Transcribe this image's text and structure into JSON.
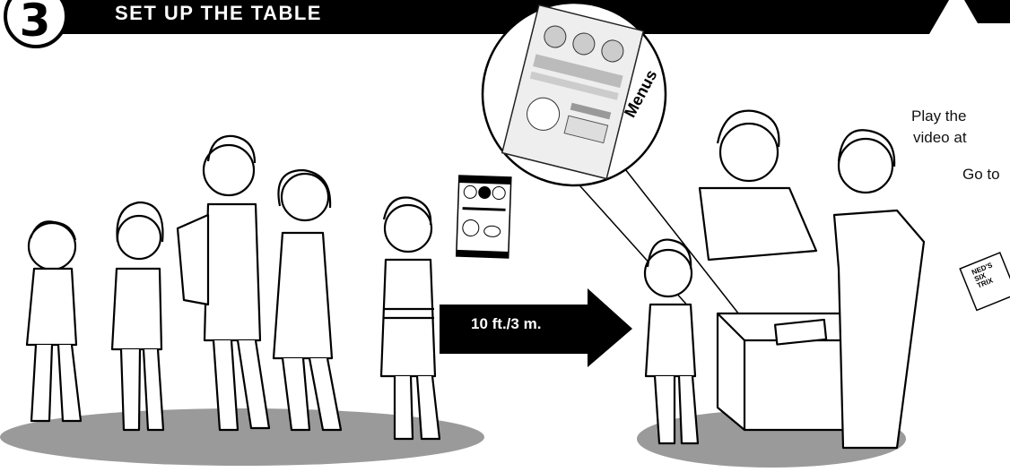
{
  "header": {
    "step_number": "3",
    "title": "SET UP THE TABLE"
  },
  "arrow": {
    "label": "10 ft./3 m."
  },
  "menus": {
    "label": "Menus"
  },
  "side_text": {
    "line1": "Play the",
    "line2": "video at",
    "line3": "Go to"
  },
  "sign": {
    "line1": "NED'S",
    "line2": "SIX",
    "line3": "TRIX"
  },
  "colors": {
    "ink": "#000000",
    "ground": "#9a9a9a",
    "paper": "#ffffff"
  }
}
